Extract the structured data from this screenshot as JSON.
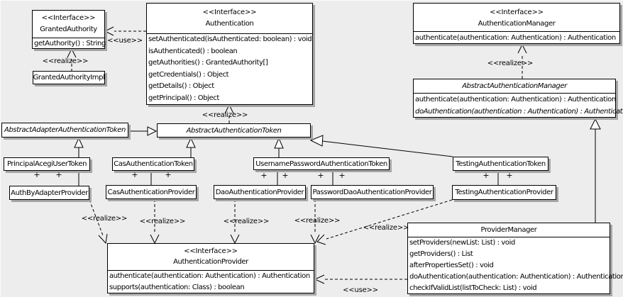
{
  "labels": {
    "realize": "<<realize>>",
    "use": "<<use>>",
    "plus": "+"
  },
  "colors": {
    "background": "#ededed",
    "box_fill": "#ffffff",
    "line": "#000000",
    "shadow": "#a6a6a6"
  },
  "classes": {
    "granted_authority": {
      "stereotype": "<<Interface>>",
      "name": "GrantedAuthority",
      "methods": [
        "getAuthority() : String"
      ]
    },
    "granted_authority_impl": {
      "name": "GrantedAuthorityImpl"
    },
    "authentication": {
      "stereotype": "<<Interface>>",
      "name": "Authentication",
      "methods": [
        "setAuthenticated(isAuthenticated: boolean) : void",
        "isAuthenticated() : boolean",
        "getAuthorities() : GrantedAuthority[]",
        "getCredentials() : Object",
        "getDetails() : Object",
        "getPrincipal() : Object"
      ]
    },
    "authentication_manager": {
      "stereotype": "<<Interface>>",
      "name": "AuthenticationManager",
      "methods": [
        "authenticate(authentication: Authentication) : Authentication"
      ]
    },
    "abstract_authentication_manager": {
      "name": "AbstractAuthenticationManager",
      "methods": [
        "authenticate(authentication: Authentication) : Authentication",
        "doAuthentication(authentication : Authentication) : Authentication"
      ]
    },
    "abstract_adapter_authentication_token": {
      "name": "AbstractAdapterAuthenticationToken"
    },
    "abstract_authentication_token": {
      "name": "AbstractAuthenticationToken"
    },
    "principal_acegi_user_token": {
      "name": "PrincipalAcegiUserToken"
    },
    "cas_authentication_token": {
      "name": "CasAuthenticationToken"
    },
    "username_password_authentication_token": {
      "name": "UsernamePasswordAuthenticationToken"
    },
    "testing_authentication_token": {
      "name": "TestingAuthenticationToken"
    },
    "auth_by_adapter_provider": {
      "name": "AuthByAdapterProvider"
    },
    "cas_authentication_provider": {
      "name": "CasAuthenticationProvider"
    },
    "dao_authentication_provider": {
      "name": "DaoAuthenticationProvider"
    },
    "password_dao_authentication_provider": {
      "name": "PasswordDaoAuthenticationProvider"
    },
    "testing_authentication_provider": {
      "name": "TestingAuthenticationProvider"
    },
    "provider_manager": {
      "name": "ProviderManager",
      "methods": [
        "setProviders(newList: List) : void",
        "getProviders() : List",
        "afterPropertiesSet() : void",
        "doAuthentication(authentication: Authentication) : Authentication",
        "checkIfValidList(listToCheck: List) : void"
      ]
    },
    "authentication_provider": {
      "stereotype": "<<Interface>>",
      "name": "AuthenticationProvider",
      "methods": [
        "authenticate(authentication: Authentication) : Authentication",
        "supports(authentication: Class) : boolean"
      ]
    }
  }
}
